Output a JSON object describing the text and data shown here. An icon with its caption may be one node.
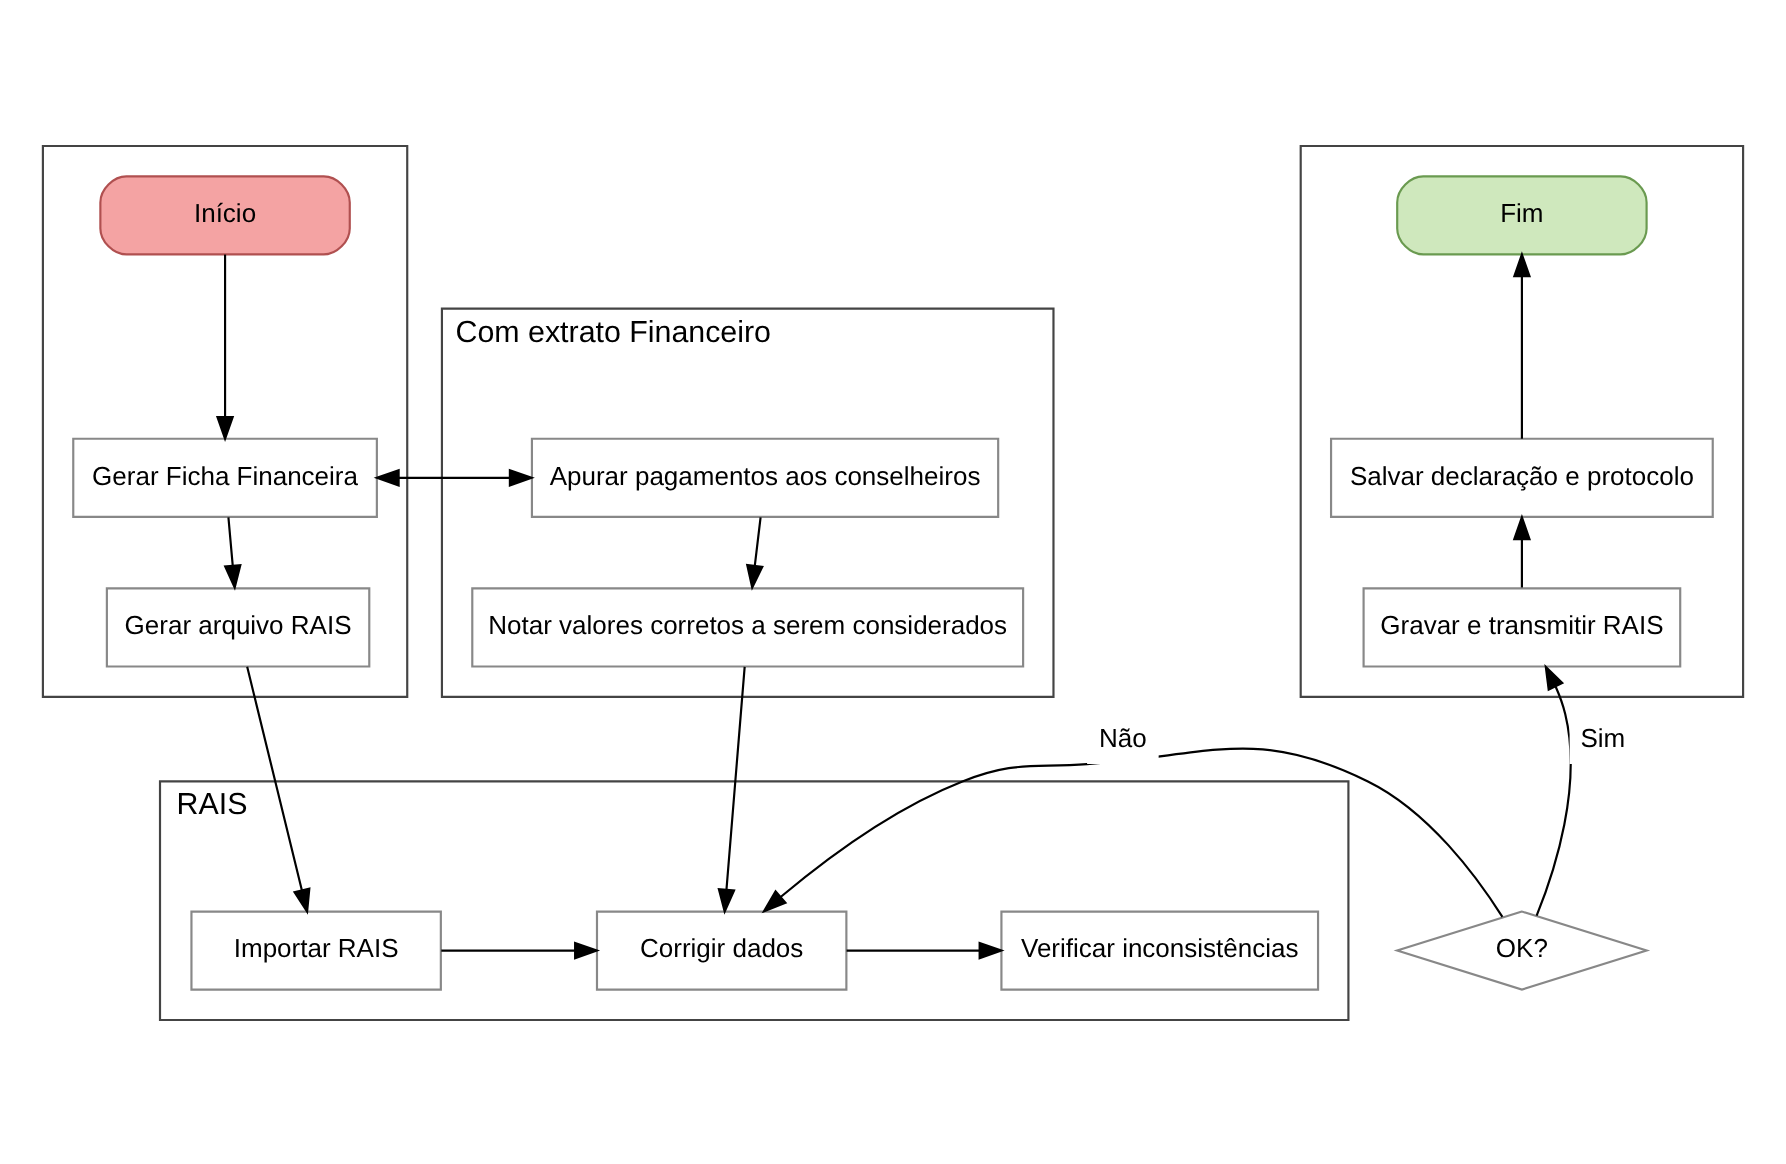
{
  "diagram": {
    "nodes": [
      {
        "text": [],
        "shape": "box"
      },
      {
        "text": [
          "Início"
        ],
        "in": 0
      },
      {
        "text": [
          "Gerar Ficha Financeira"
        ],
        "in": 0
      },
      {
        "text": [
          "Gerar arquivo RAIS"
        ],
        "in": 0
      },
      {
        "text": [
          "Com extrato Financeiro"
        ]
      },
      {
        "text": [
          "Apurar pagamentos aos conselheiros"
        ],
        "in": 4
      },
      {
        "text": [
          "Notar valores corretos a serem considerados"
        ],
        "in": 4
      },
      {
        "text": [],
        "shape": "box"
      },
      {
        "text": [
          "Fim"
        ],
        "in": 7
      },
      {
        "text": [
          "Salvar declaração e protocolo"
        ],
        "in": 7
      },
      {
        "text": [
          "Gravar e transmitir RAIS"
        ],
        "in": 7
      },
      {
        "text": [
          "OK?"
        ]
      },
      {
        "text": [
          "RAIS"
        ]
      },
      {
        "text": [
          "Importar RAIS"
        ],
        "in": 12
      },
      {
        "text": [
          "Corrigir dados"
        ],
        "in": 12
      },
      {
        "text": [
          "Verificar inconsistências"
        ],
        "in": 12
      }
    ],
    "edges": [
      {
        "from": 1,
        "to": 2,
        "arrow": "to"
      },
      {
        "from": 2,
        "to": 5,
        "arrow": "both"
      },
      {
        "from": 2,
        "to": 3,
        "arrow": "to"
      },
      {
        "from": 5,
        "to": 6,
        "arrow": "to"
      },
      {
        "from": 3,
        "to": 13,
        "arrow": "to"
      },
      {
        "from": 6,
        "to": 14,
        "arrow": "to"
      },
      {
        "from": 13,
        "to": 14,
        "arrow": "to"
      },
      {
        "from": 14,
        "to": 15,
        "arrow": "to"
      },
      {
        "from": 11,
        "to": 10,
        "arrow": "to",
        "label": "Sim"
      },
      {
        "from": 11,
        "to": 14,
        "arrow": "to",
        "label": "Não"
      },
      {
        "from": 10,
        "to": 9,
        "arrow": "to"
      },
      {
        "from": 9,
        "to": 8,
        "arrow": "to"
      }
    ]
  }
}
